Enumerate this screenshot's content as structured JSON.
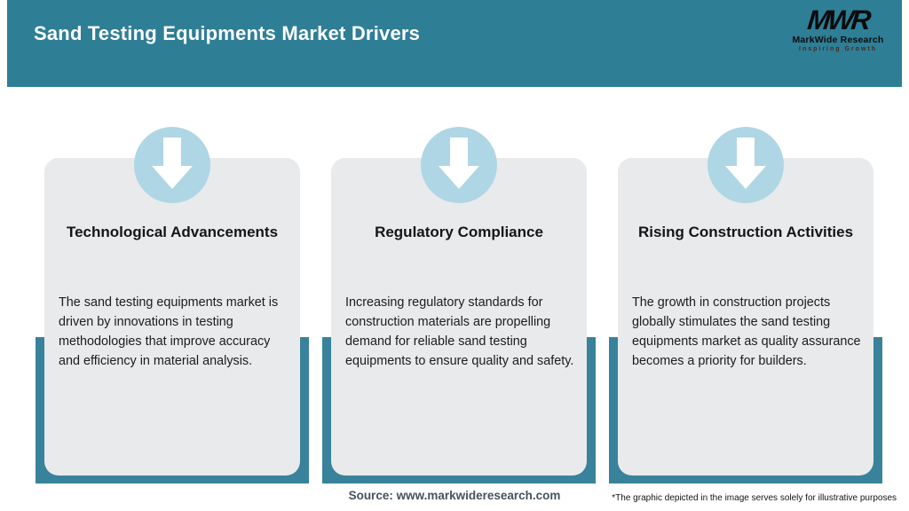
{
  "header": {
    "title": "Sand Testing Equipments Market Drivers",
    "logo": {
      "acronym": "MWR",
      "name": "MarkWide Research",
      "tagline": "Inspiring Growth"
    }
  },
  "cards": [
    {
      "icon": "down-arrow-icon",
      "title": "Technological Advancements",
      "body": "The sand testing equipments market is driven by innovations in testing methodologies that improve accuracy and efficiency in material analysis."
    },
    {
      "icon": "down-arrow-icon",
      "title": "Regulatory Compliance",
      "body": "Increasing regulatory standards for construction materials are propelling demand for reliable sand testing equipments to ensure quality and safety."
    },
    {
      "icon": "down-arrow-icon",
      "title": "Rising Construction Activities",
      "body": "The growth in construction projects globally stimulates the sand testing equipments market as quality assurance becomes a priority for builders."
    }
  ],
  "footer": {
    "source": "Source: www.markwideresearch.com",
    "disclaimer": "*The graphic depicted in the image serves solely for illustrative purposes"
  },
  "colors": {
    "header_teal": "#2e7e96",
    "bar_teal": "#39829b",
    "card_bg": "#e8eaeb",
    "circle_blue": "#afd6e4",
    "tagline_brown": "#4b2a1c"
  }
}
